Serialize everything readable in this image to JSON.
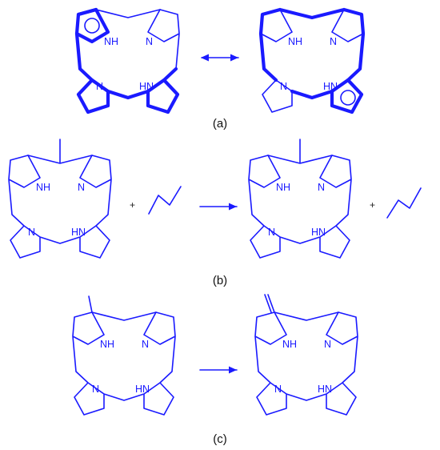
{
  "colors": {
    "structure": "#1a1aff",
    "text": "#111111"
  },
  "atom_labels": {
    "nh": "NH",
    "n": "N",
    "hn": "HN"
  },
  "panels": [
    {
      "id": "a",
      "caption": "(a)",
      "arrow": "resonance"
    },
    {
      "id": "b",
      "caption": "(b)",
      "arrow": "reaction",
      "plus": [
        "+",
        "+"
      ]
    },
    {
      "id": "c",
      "caption": "(c)",
      "arrow": "reaction"
    }
  ]
}
